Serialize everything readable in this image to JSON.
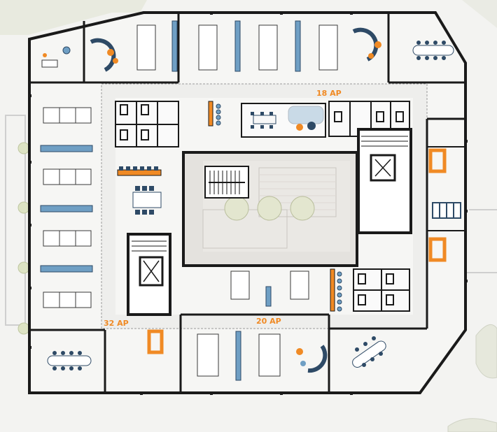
{
  "labels": {
    "zone_north": "18 AP",
    "zone_west": "32 AP",
    "zone_south": "20 AP"
  },
  "colors": {
    "accent": "#f08a24",
    "desk_blue": "#6f9fc4",
    "chair_navy": "#2e4a66",
    "wall": "#1a1a1a",
    "site": "#e9ebe4",
    "floor": "#f6f6f4",
    "atrium": "#e7e5e1",
    "tree": "#e3e6cf"
  }
}
